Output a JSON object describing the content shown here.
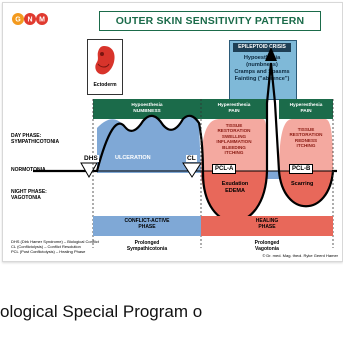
{
  "title": "OUTER SKIN SENSITIVITY PATTERN",
  "logo_letters": [
    "G",
    "N",
    "M"
  ],
  "ectoderm_label": "Ectoderm",
  "epileptoid": {
    "title": "EPILEPTOID CRISIS",
    "lines": [
      "Hypoesthesia",
      "(numbness)",
      "Cramps and Spasms",
      "Fainting (\"absence\")"
    ]
  },
  "bands": {
    "conflict": [
      "Hypoesthesia",
      "NUMBNESS"
    ],
    "hyper_left": [
      "Hyperesthesia",
      "PAIN"
    ],
    "hyper_right": [
      "Hyperesthesia",
      "PAIN"
    ]
  },
  "left_labels": {
    "day": [
      "DAY PHASE:",
      "SYMPATHICOTONIA"
    ],
    "normo": "NORMOTONIA",
    "night": [
      "NIGHT PHASE:",
      "VAGOTONIA"
    ]
  },
  "markers": {
    "dhs": "DHS",
    "cl": "CL",
    "pcla": "PCL-A",
    "pclb": "PCL-B"
  },
  "ulceration": "ULCERATION",
  "healing_symptoms": [
    "TISSUE",
    "RESTORATION",
    "SWELLING",
    "INFLAMMATION",
    "BLEEDING",
    "ITCHING"
  ],
  "exudation": [
    "Exudation",
    "EDEMA"
  ],
  "right_symptoms": [
    "TISSUE",
    "RESTORATION",
    "REDNESS",
    "ITCHING"
  ],
  "scarring": "Scarring",
  "phases": {
    "conflict_active": [
      "CONFLICT-ACTIVE",
      "PHASE"
    ],
    "healing": [
      "HEALING",
      "PHASE"
    ],
    "prolonged_symp": [
      "Prolonged",
      "Sympathicotonia"
    ],
    "prolonged_vago": [
      "Prolonged",
      "Vagotonia"
    ]
  },
  "legend": [
    "DHS (Dirk Hamer Syndrome) – Biological Conflict",
    "CL (Conflictolysis) – Conflict Resolution",
    "PCL (Post Conflictolysis) – Healing Phase"
  ],
  "copyright": "© Dr. med. Mag. theol. Ryke Geerd Hamer",
  "caption": "ological Special Program o",
  "colors": {
    "green": "#1b6b4a",
    "blue": "#7fa8d6",
    "red": "#e8685a",
    "pink": "#f4a9a0",
    "dark_blue": "#1e3f55",
    "logo_red": "#e03a2f",
    "logo_orange": "#f39a1e"
  }
}
